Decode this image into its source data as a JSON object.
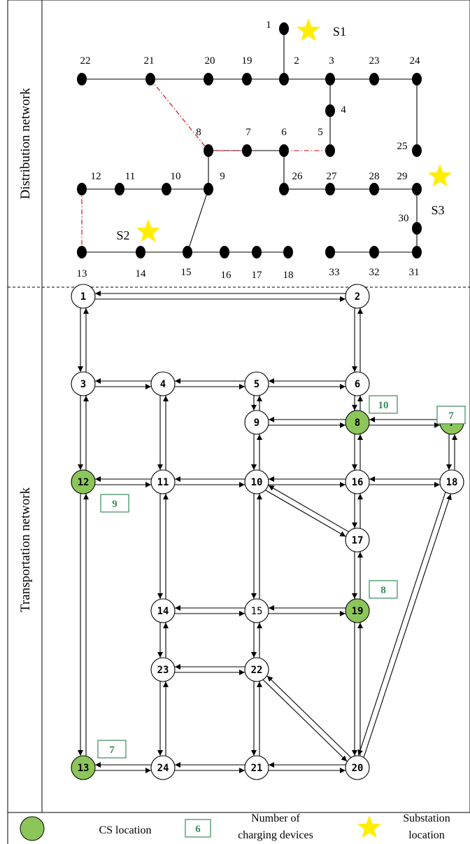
{
  "sections": {
    "distribution_title": "Distribution network",
    "transportation_title": "Transportation network"
  },
  "distribution": {
    "buses": [
      "1",
      "2",
      "3",
      "4",
      "5",
      "6",
      "7",
      "8",
      "9",
      "10",
      "11",
      "12",
      "13",
      "14",
      "15",
      "16",
      "17",
      "18",
      "19",
      "20",
      "21",
      "22",
      "23",
      "24",
      "25",
      "26",
      "27",
      "28",
      "29",
      "30",
      "31",
      "32",
      "33"
    ],
    "substations": [
      "S1",
      "S2",
      "S3"
    ],
    "lines": [
      [
        1,
        2
      ],
      [
        2,
        3
      ],
      [
        3,
        4
      ],
      [
        4,
        5
      ],
      [
        3,
        23
      ],
      [
        23,
        24
      ],
      [
        24,
        25
      ],
      [
        2,
        19
      ],
      [
        19,
        20
      ],
      [
        20,
        21
      ],
      [
        21,
        22
      ],
      [
        6,
        7
      ],
      [
        7,
        8
      ],
      [
        8,
        9
      ],
      [
        6,
        26
      ],
      [
        26,
        27
      ],
      [
        27,
        28
      ],
      [
        28,
        29
      ],
      [
        29,
        30
      ],
      [
        30,
        31
      ],
      [
        31,
        32
      ],
      [
        32,
        33
      ],
      [
        9,
        15
      ],
      [
        12,
        11
      ],
      [
        11,
        10
      ],
      [
        10,
        9
      ],
      [
        13,
        14
      ],
      [
        14,
        15
      ],
      [
        15,
        16
      ],
      [
        16,
        17
      ],
      [
        17,
        18
      ]
    ],
    "tie_lines": [
      [
        21,
        8
      ],
      [
        8,
        7
      ],
      [
        6,
        5
      ],
      [
        12,
        13
      ]
    ]
  },
  "transport": {
    "nodes": [
      "1",
      "2",
      "3",
      "4",
      "5",
      "6",
      "7",
      "8",
      "9",
      "10",
      "11",
      "12",
      "13",
      "14",
      "15",
      "16",
      "17",
      "18",
      "19",
      "20",
      "21",
      "22",
      "23",
      "24"
    ],
    "cs_nodes": [
      "7",
      "8",
      "12",
      "13",
      "19"
    ],
    "charging_counts": {
      "7": "7",
      "8": "10",
      "12": "9",
      "13": "7",
      "19": "8"
    },
    "links": [
      [
        1,
        2
      ],
      [
        1,
        3
      ],
      [
        2,
        6
      ],
      [
        3,
        4
      ],
      [
        4,
        5
      ],
      [
        5,
        6
      ],
      [
        3,
        12
      ],
      [
        4,
        11
      ],
      [
        5,
        9
      ],
      [
        6,
        8
      ],
      [
        9,
        8
      ],
      [
        8,
        7
      ],
      [
        7,
        18
      ],
      [
        9,
        10
      ],
      [
        8,
        16
      ],
      [
        12,
        11
      ],
      [
        11,
        10
      ],
      [
        10,
        16
      ],
      [
        16,
        18
      ],
      [
        10,
        17
      ],
      [
        16,
        17
      ],
      [
        17,
        19
      ],
      [
        12,
        13
      ],
      [
        11,
        14
      ],
      [
        10,
        15
      ],
      [
        14,
        15
      ],
      [
        15,
        19
      ],
      [
        14,
        23
      ],
      [
        15,
        22
      ],
      [
        23,
        22
      ],
      [
        22,
        20
      ],
      [
        19,
        20
      ],
      [
        18,
        20
      ],
      [
        13,
        24
      ],
      [
        24,
        21
      ],
      [
        21,
        20
      ],
      [
        23,
        24
      ],
      [
        22,
        21
      ]
    ]
  },
  "legend": {
    "cs_location": "CS location",
    "count_example": "6",
    "charging_devices_line1": "Number of",
    "charging_devices_line2": "charging devices",
    "substation_line1": "Substation",
    "substation_line2": "location"
  },
  "colors": {
    "cs_fill": "#8cc65a",
    "count_box": "#3a8a5a",
    "tie_line": "#d40000",
    "star": "#ffee00"
  }
}
